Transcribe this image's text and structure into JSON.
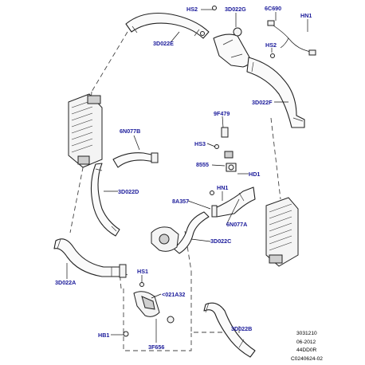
{
  "callouts": {
    "hs2_top": "HS2",
    "p3d022g": "3D022G",
    "p6c690": "6C690",
    "hn1_top": "HN1",
    "p3d022e": "3D022E",
    "hs2_right": "HS2",
    "p3d022f": "3D022F",
    "p9f479": "9F479",
    "p6n077b": "6N077B",
    "hs3": "HS3",
    "p8555": "8555",
    "hd1": "HD1",
    "hn1_mid": "HN1",
    "p3d022d": "3D022D",
    "p8a357": "8A357",
    "p6n077a": "6N077A",
    "p3d022c": "3D022C",
    "p3d022a": "3D022A",
    "hs1": "HS1",
    "p021a32": "<021A32",
    "hb1": "HB1",
    "p3f656": "3F656",
    "p3d022b": "3D022B"
  },
  "reference": {
    "line1": "3031210",
    "line2": "06-2012",
    "line3": "44DD0R",
    "line4": "C0240624-02"
  }
}
